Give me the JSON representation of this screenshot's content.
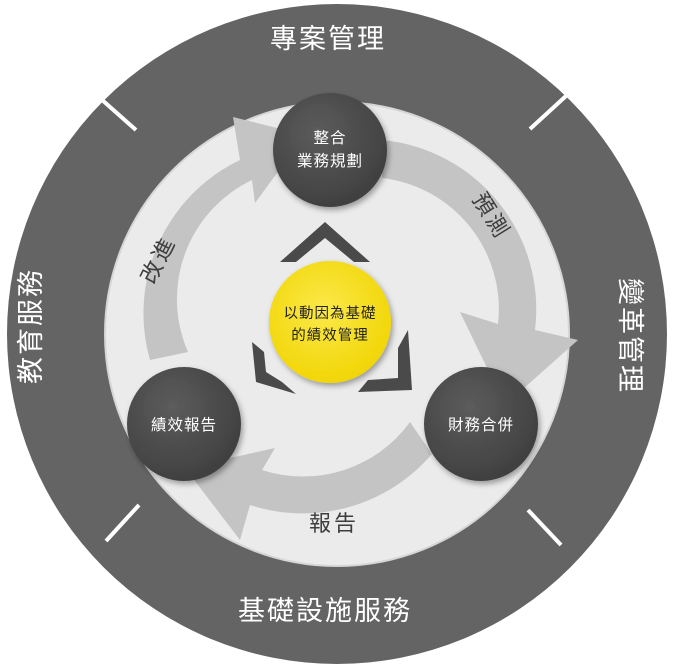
{
  "outer_ring": {
    "top": "專案管理",
    "right": "變革管理",
    "bottom": "基礎設施服務",
    "left": "教育服務"
  },
  "arrows": {
    "right": "預測",
    "bottom": "報告",
    "left": "改進"
  },
  "nodes": {
    "top": [
      "整合",
      "業務規劃"
    ],
    "right": "財務合併",
    "left": "績效報告"
  },
  "center": [
    "以動因為基礎",
    "的績效管理"
  ],
  "colors": {
    "outer_ring": "#646464",
    "inner_disc": "#e8e8e8",
    "arrows": "#c2c2c2",
    "nodes": "#505050",
    "center": "#f2dc1a"
  }
}
